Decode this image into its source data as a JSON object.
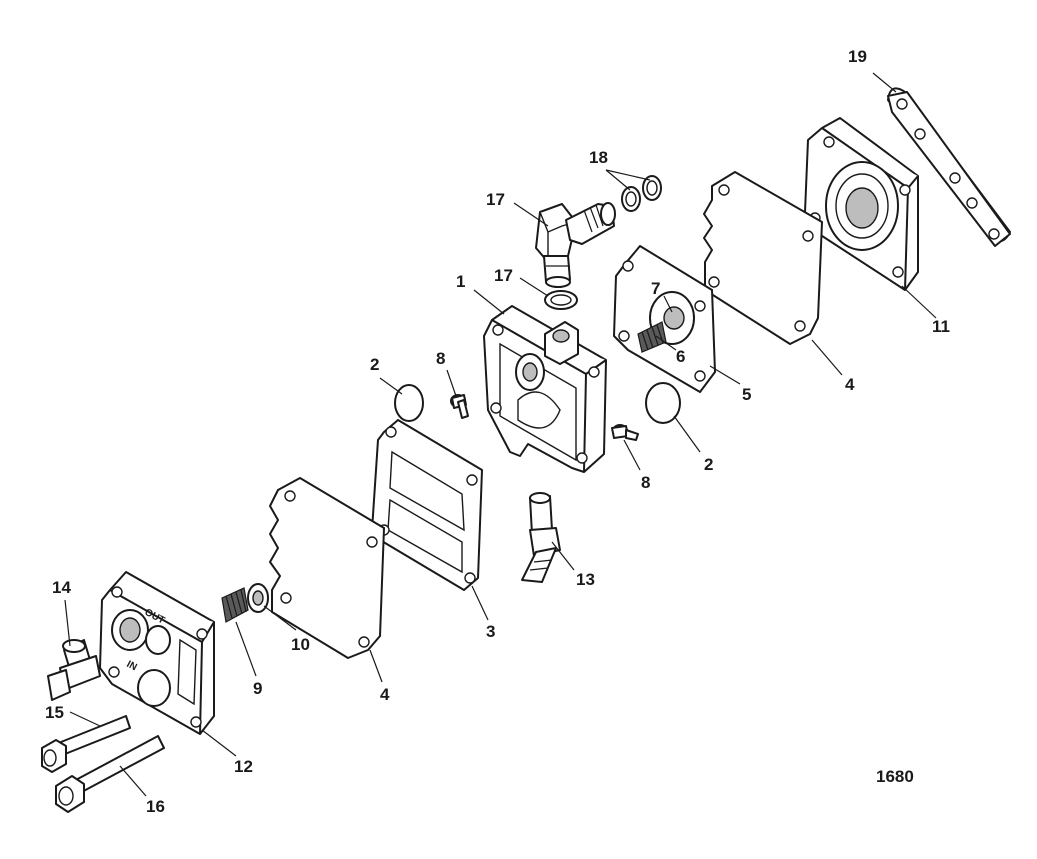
{
  "figure_id": "1680",
  "callouts": [
    {
      "label": "1"
    },
    {
      "label": "2"
    },
    {
      "label": "2"
    },
    {
      "label": "3"
    },
    {
      "label": "4"
    },
    {
      "label": "4"
    },
    {
      "label": "5"
    },
    {
      "label": "6"
    },
    {
      "label": "7"
    },
    {
      "label": "8"
    },
    {
      "label": "8"
    },
    {
      "label": "9"
    },
    {
      "label": "10"
    },
    {
      "label": "11"
    },
    {
      "label": "12"
    },
    {
      "label": "13"
    },
    {
      "label": "14"
    },
    {
      "label": "15"
    },
    {
      "label": "16"
    },
    {
      "label": "17"
    },
    {
      "label": "17"
    },
    {
      "label": "18"
    },
    {
      "label": "19"
    }
  ],
  "cover_markings": {
    "out": "OUT",
    "in": "IN"
  }
}
